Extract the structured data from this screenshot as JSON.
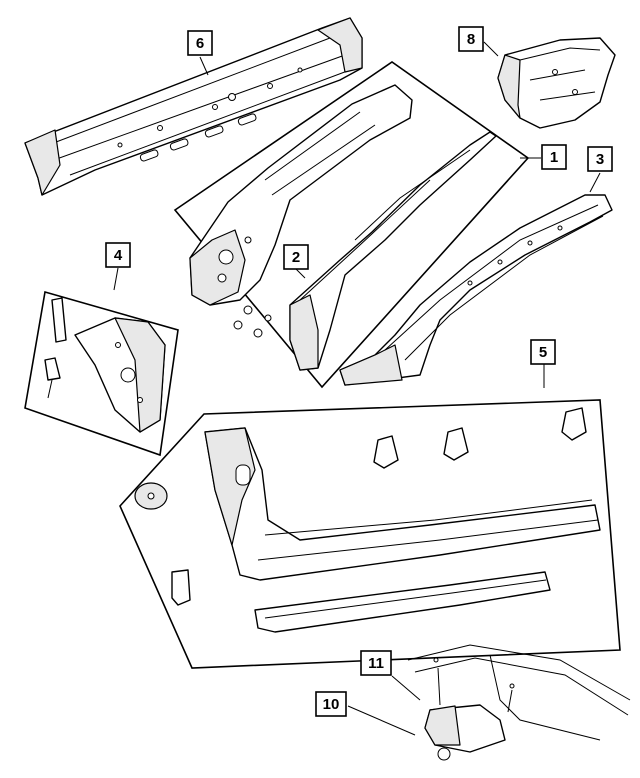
{
  "diagram": {
    "callouts": [
      "1",
      "2",
      "3",
      "4",
      "5",
      "6",
      "8",
      "10",
      "11"
    ]
  }
}
